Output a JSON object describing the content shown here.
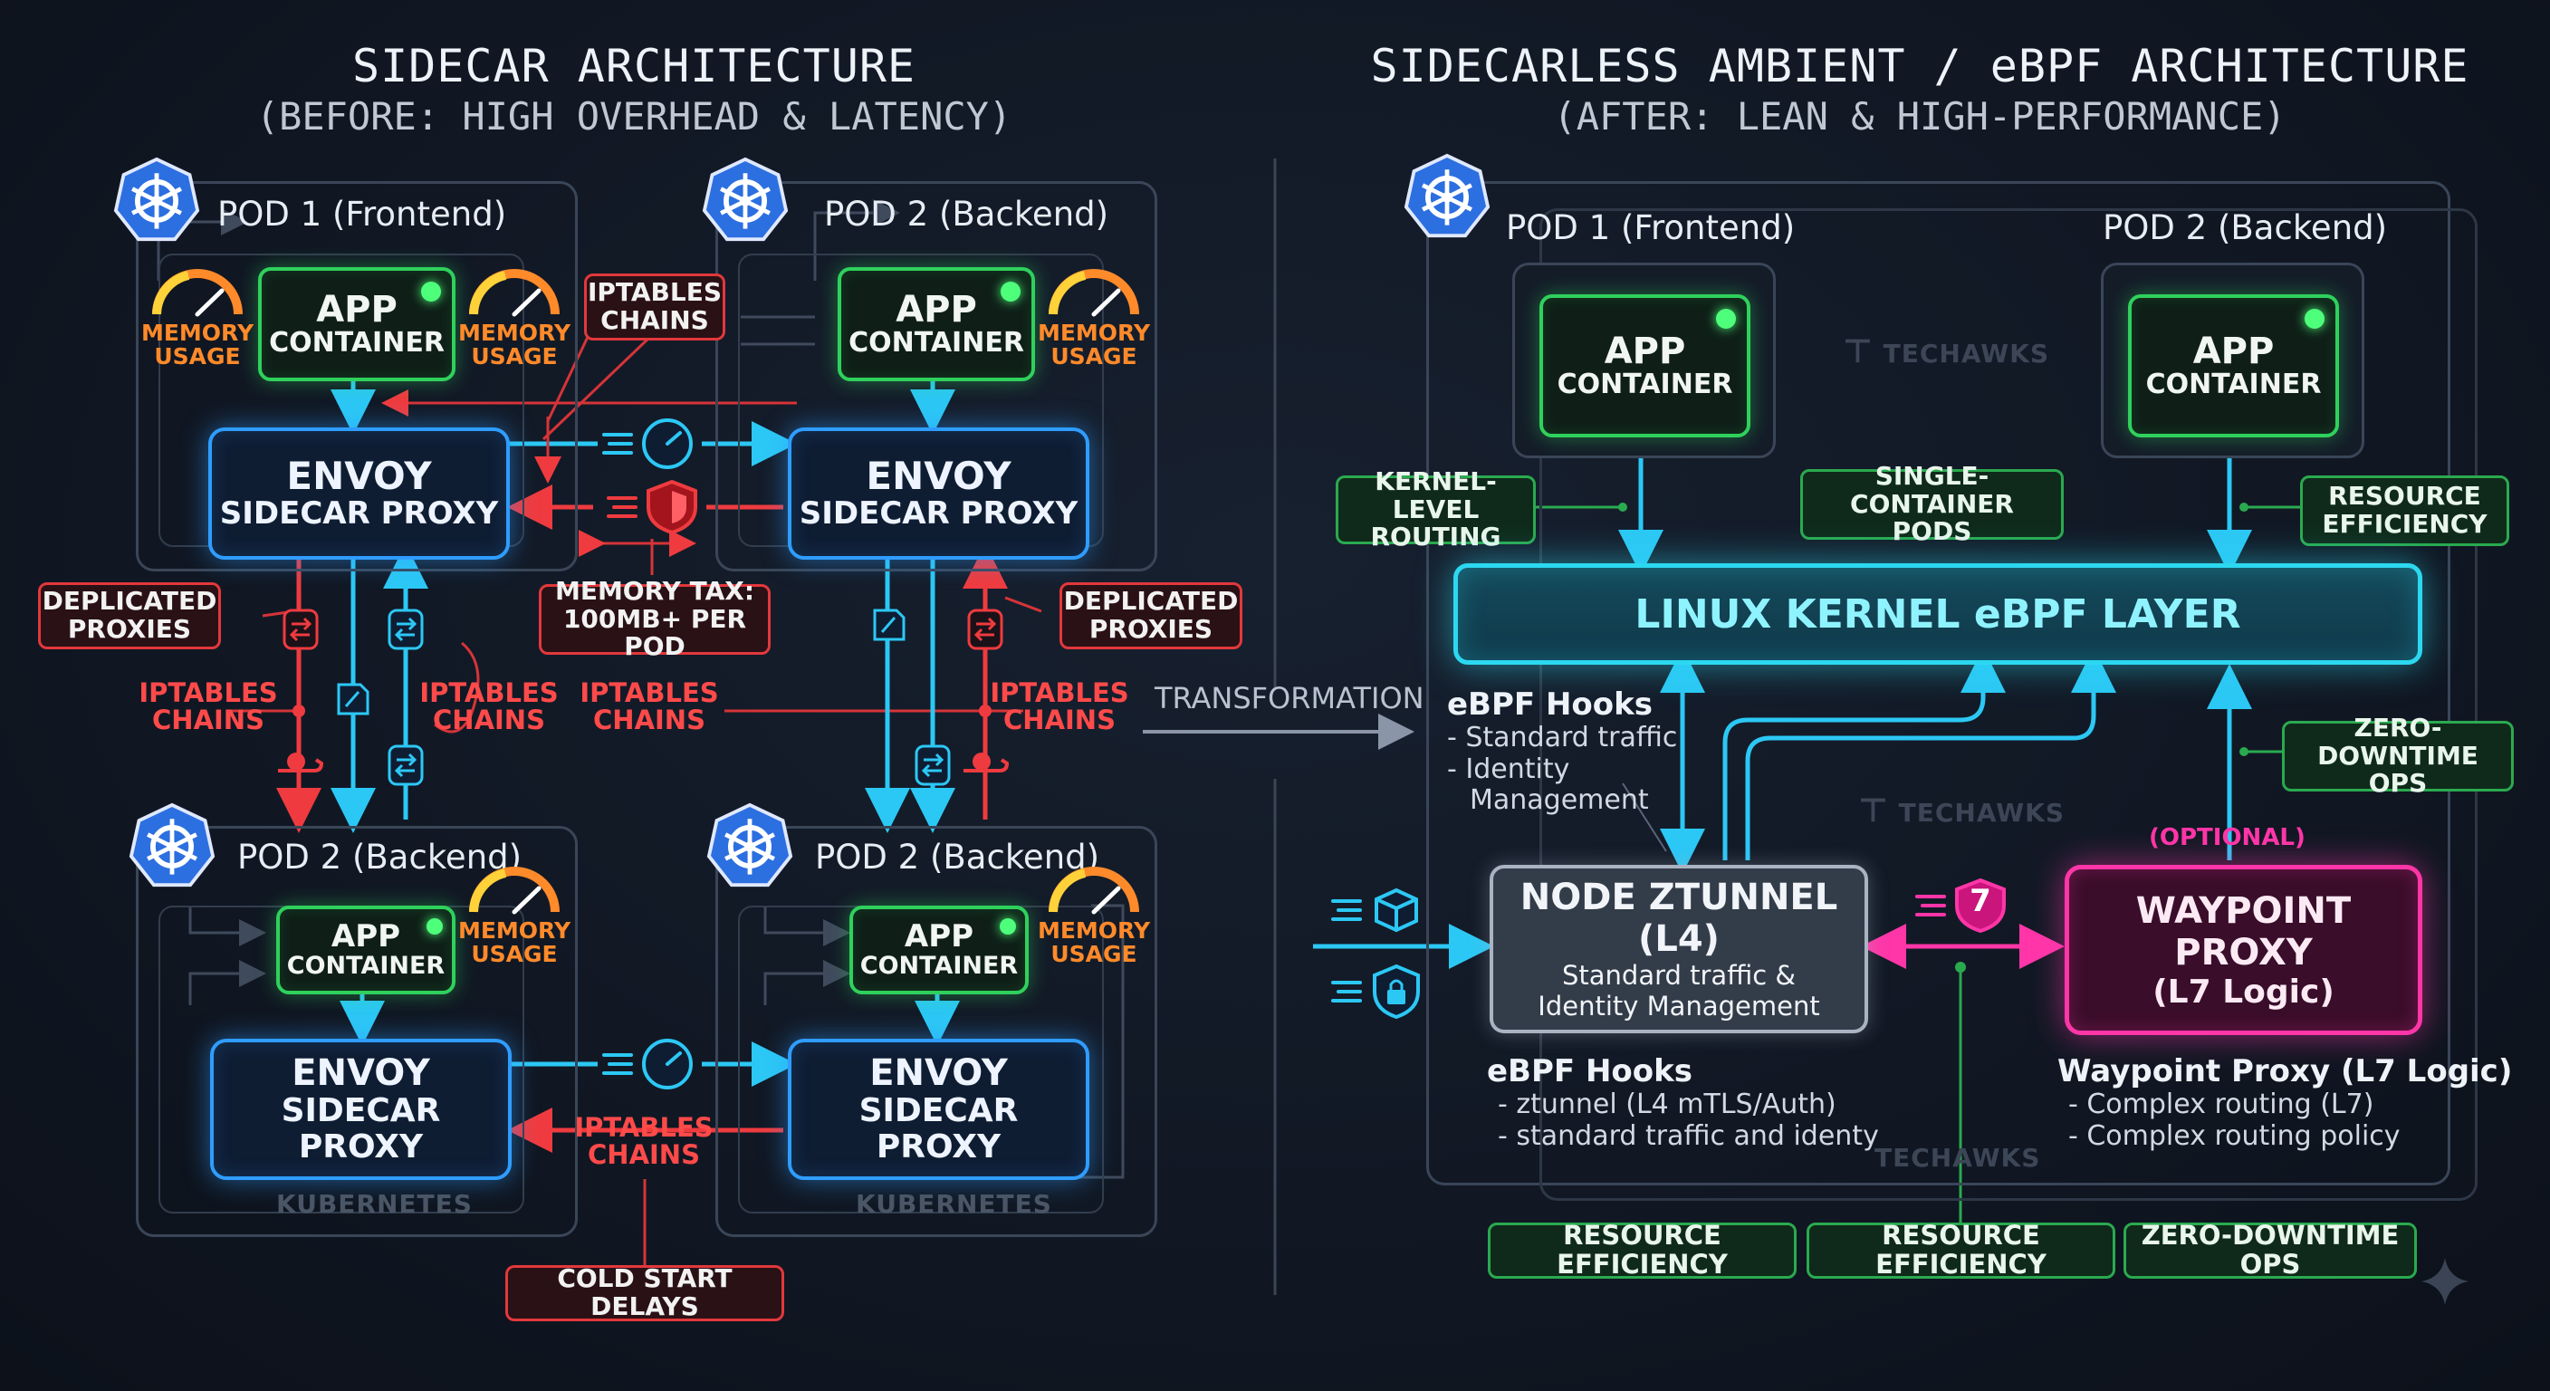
{
  "left": {
    "title": "SIDECAR ARCHITECTURE",
    "subtitle": "(BEFORE: HIGH OVERHEAD & LATENCY)",
    "pods": [
      {
        "label": "POD 1 (Frontend)",
        "app_line1": "APP",
        "app_line2": "CONTAINER",
        "envoy_line1": "ENVOY",
        "envoy_line2": "SIDECAR PROXY"
      },
      {
        "label": "POD 2 (Backend)",
        "app_line1": "APP",
        "app_line2": "CONTAINER",
        "envoy_line1": "ENVOY",
        "envoy_line2": "SIDECAR PROXY"
      },
      {
        "label": "POD 2 (Backend)",
        "app_line1": "APP",
        "app_line2": "CONTAINER",
        "envoy_line1": "ENVOY",
        "envoy_line2": "SIDECAR",
        "envoy_line3": "PROXY",
        "footer": "KUBERNETES"
      },
      {
        "label": "POD 2 (Backend)",
        "app_line1": "APP",
        "app_line2": "CONTAINER",
        "envoy_line1": "ENVOY",
        "envoy_line2": "SIDECAR",
        "envoy_line3": "PROXY",
        "footer": "KUBERNETES"
      }
    ],
    "memory_usage_line1": "MEMORY",
    "memory_usage_line2": "USAGE",
    "iptables_box": {
      "line1": "IPTABLES",
      "line2": "CHAINS"
    },
    "iptables_text": {
      "line1": "IPTABLES",
      "line2": "CHAINS"
    },
    "deplicated_box": {
      "line1": "DEPLICATED",
      "line2": "PROXIES"
    },
    "memory_tax": {
      "line1": "MEMORY TAX:",
      "line2": "100MB+ PER POD"
    },
    "cold_start": "COLD START DELAYS"
  },
  "transformation": "TRANSFORMATION",
  "right": {
    "title": "SIDECARLESS AMBIENT / eBPF ARCHITECTURE",
    "subtitle": "(AFTER: LEAN & HIGH-PERFORMANCE)",
    "pod1_label": "POD 1 (Frontend)",
    "pod2_label": "POD 2 (Backend)",
    "app_line1": "APP",
    "app_line2": "CONTAINER",
    "kernel_routing": {
      "line1": "KERNEL-LEVEL",
      "line2": "ROUTING"
    },
    "single_container": {
      "line1": "SINGLE-CONTAINER",
      "line2": "PODS"
    },
    "resource_eff_top": {
      "line1": "RESOURCE",
      "line2": "EFFICIENCY"
    },
    "ebpf_layer": "LINUX KERNEL eBPF LAYER",
    "hooks_top": {
      "title": "eBPF Hooks",
      "item1": "- Standard traffic",
      "item2": "- Identity",
      "item3": "Management"
    },
    "zero_downtime_right": {
      "line1": "ZERO-DOWNTIME",
      "line2": "OPS"
    },
    "optional": "(OPTIONAL)",
    "ztunnel": {
      "title": "NODE ZTUNNEL (L4)",
      "line1": "Standard traffic &",
      "line2": "Identity Management"
    },
    "waypoint": {
      "line1": "WAYPOINT PROXY",
      "line2": "(L7 Logic)"
    },
    "hooks_bottom": {
      "title": "eBPF Hooks",
      "item1": "- ztunnel (L4 mTLS/Auth)",
      "item2": "- standard traffic and identy"
    },
    "waypoint_desc": {
      "title": "Waypoint Proxy (L7 Logic)",
      "item1": "- Complex routing (L7)",
      "item2": "- Complex routing policy"
    },
    "shield_number": "7",
    "bottom_tags": [
      "RESOURCE EFFICIENCY",
      "RESOURCE EFFICIENCY",
      "ZERO-DOWNTIME OPS"
    ],
    "watermark": "TECHAWKS"
  },
  "colors": {
    "green": "#2fd15c",
    "blue": "#2f9dff",
    "cyan": "#2cd8f0",
    "red": "#e2383c",
    "orange": "#ff8a2a",
    "pink": "#ff36a8",
    "background": "#111824"
  }
}
